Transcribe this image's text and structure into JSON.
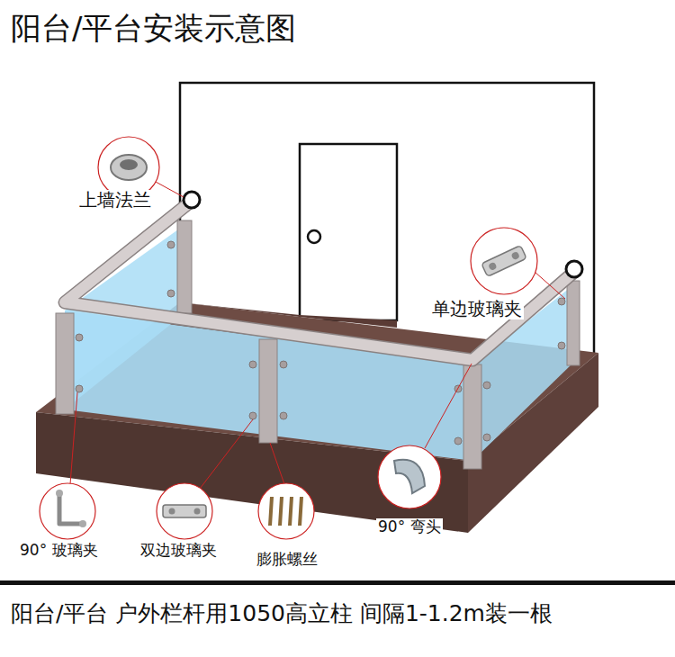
{
  "diagram": {
    "title": "阳台/平台安装示意图",
    "caption": "阳台/平台 户外栏杆用1050高立柱 间隔1-1.2m装一根",
    "labels": [
      "上墙法兰",
      "单边玻璃夹",
      "90° 玻璃夹",
      "双边玻璃夹",
      "膨胀螺丝",
      "90° 弯头"
    ]
  }
}
